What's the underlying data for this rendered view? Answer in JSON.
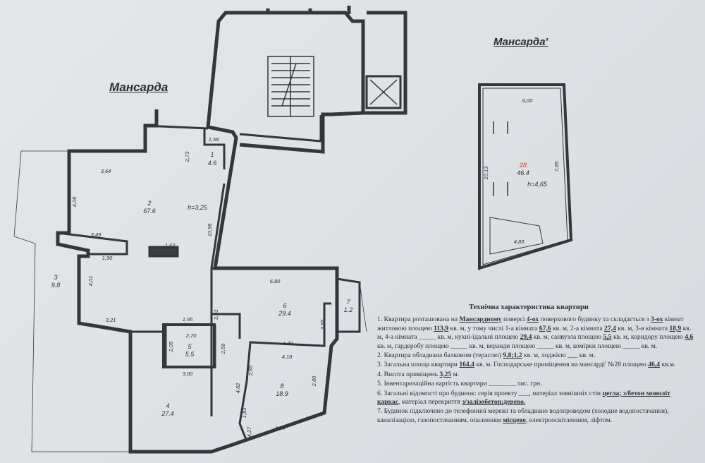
{
  "titles": {
    "main": "Мансарда",
    "secondary": "Мансарда'"
  },
  "rooms": [
    {
      "number": "1",
      "area": "4.6"
    },
    {
      "number": "2",
      "area": "67.6"
    },
    {
      "number": "3",
      "area": "9.8"
    },
    {
      "number": "4",
      "area": "27.4"
    },
    {
      "number": "5",
      "area": "5.5"
    },
    {
      "number": "6",
      "area": "29.4"
    },
    {
      "number": "7",
      "area": "1.2"
    },
    {
      "number": "8",
      "area": "18.9"
    }
  ],
  "ceiling_height_main": "h=3,25",
  "dimensions": [
    "3,64",
    "4,08",
    "3,49",
    "1,90",
    "4,01",
    "3,21",
    "1,62",
    "2,73",
    "1,58",
    "10,96",
    "6,80",
    "3,33",
    "3,85",
    "1,95",
    "2,70",
    "2,05",
    "2,59",
    "3,00",
    "4,30",
    "4,18",
    "2,85",
    "4,62",
    "2,80",
    "1,83",
    "4,04",
    "4,27"
  ],
  "attic_room": {
    "number": "28",
    "area": "46.4",
    "height": "h=4,65",
    "dimensions": [
      "6,00",
      "10,13",
      "7,85",
      "4,83"
    ]
  },
  "spec": {
    "heading": "Технічна характеристика квартири",
    "l1_a": "1. Квартира розташована на",
    "l1_floor": "Мансардному",
    "l1_b": "поверсі",
    "l1_floors": "4-ох",
    "l1_c": "поверхового будинку та складається з",
    "l1_rooms": "3-ох",
    "l1_d": "кімнат житловою площею",
    "l1_living": "113,9",
    "l1_e": "кв. м, у тому числі 1-а кімната",
    "l1_r1": "67,6",
    "l1_f": "кв. м, 2-а кімната",
    "l1_r2": "27,4",
    "l1_g": "кв. м,",
    "l1_h": "3-я кімната",
    "l1_r3": "18,9",
    "l1_i": "кв. м, 4-а кімната",
    "l1_j": "_____ кв. м, кухні-їдальні площею",
    "l1_kitchen": "29,4",
    "l1_k": "кв. м, санвузла площею",
    "l1_bath": "5,5",
    "l1_l": "кв. м, коридору площею",
    "l1_corridor": "4,6",
    "l1_m": "кв. м, гардеробу площею _____ кв. м, веранди площею _____ кв. м, комірки площею _____ кв. м.",
    "l2_a": "2. Квартира обладнана балконом (терасою)",
    "l2_balc": "9,8;1,2",
    "l2_b": "кв. м, лоджією ___ кв. м.",
    "l3_a": "3. Загальна площа квартири",
    "l3_total": "164,4",
    "l3_b": "кв. м. Господарське приміщення на мансарді' №28 площею",
    "l3_attic": "46,4",
    "l3_c": "кв.м.",
    "l4_a": "4. Висота приміщень",
    "l4_h": "3,25",
    "l4_b": "м.",
    "l5": "5. Інвентаризаційна вартість квартири ________ тис. грн.",
    "l6_a": "6. Загальні відомості про будинок: серія проекту ___, матеріал зовнішніх стін",
    "l6_walls": "цегла; з/бетон моноліт каркас",
    "l6_b": ", матеріал перекриття",
    "l6_floor": "з/залізобетон;дерево.",
    "l7_a": "7. Будинок підключено до телефонної мережі та обладнано водопроводом (холодне водопостачання), каналізацією, газопостачанням, опаленням",
    "l7_heat": "місцеве",
    "l7_b": ", електроосвітленням, ліфтом."
  }
}
